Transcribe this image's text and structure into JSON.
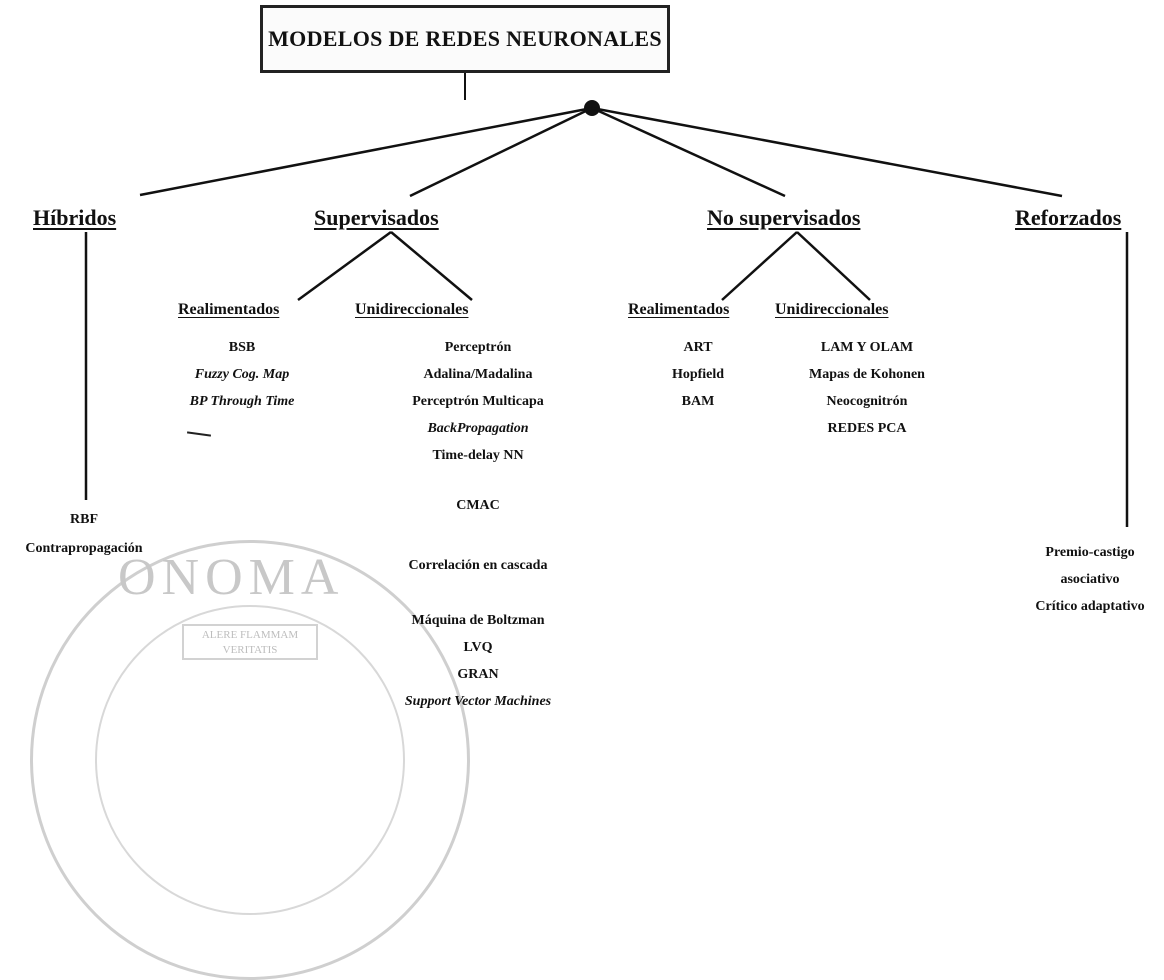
{
  "title": "MODELOS DE REDES NEURONALES",
  "categories": {
    "hibridos": "Híbridos",
    "supervisados": "Supervisados",
    "no_supervisados": "No supervisados",
    "reforzados": "Reforzados"
  },
  "supervisados": {
    "realimentados_label": "Realimentados",
    "unidireccionales_label": "Unidireccionales",
    "realimentados": [
      "BSB",
      "Fuzzy Cog. Map",
      "BP Through Time"
    ],
    "unidireccionales": [
      "Perceptrón",
      "Adalina/Madalina",
      "Perceptrón Multicapa",
      "BackPropagation",
      "Time-delay NN",
      "CMAC",
      "Correlación en cascada",
      "Máquina de Boltzman",
      "LVQ",
      "GRAN",
      "Support Vector Machines"
    ]
  },
  "no_supervisados": {
    "realimentados_label": "Realimentados",
    "unidireccionales_label": "Unidireccionales",
    "realimentados": [
      "ART",
      "Hopfield",
      "BAM"
    ],
    "unidireccionales": [
      "LAM Y OLAM",
      "Mapas de Kohonen",
      "Neocognitrón",
      "REDES PCA"
    ]
  },
  "hibridos": [
    "RBF",
    "Contrapropagación"
  ],
  "reforzados": [
    "Premio-castigo",
    "asociativo",
    "Crítico adaptativo"
  ],
  "watermark": {
    "arc_text": "ONOMA",
    "motto_line1": "ALERE FLAMMAM",
    "motto_line2": "VERITATIS"
  }
}
